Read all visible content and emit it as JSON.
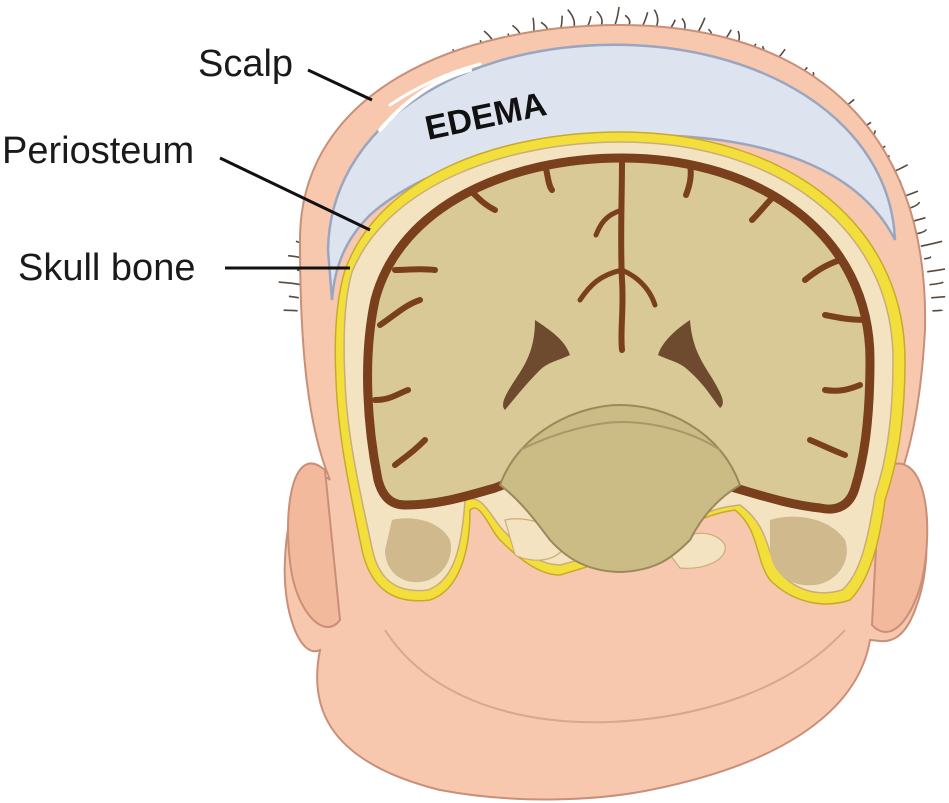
{
  "labels": {
    "scalp": "Scalp",
    "periosteum": "Periosteum",
    "skull_bone": "Skull bone",
    "edema": "EDEMA"
  },
  "colors": {
    "skin": "#f7c8ae",
    "skin_outline": "#c98f78",
    "edema_fluid": "#dde3ef",
    "edema_outline": "#9aa6c0",
    "periosteum": "#f3df3c",
    "bone": "#f4e3c0",
    "marrow": "#cfb98d",
    "brain": "#d8c996",
    "sulci": "#7a3f1c",
    "hair": "#5a4a3e",
    "leader_line": "#111111"
  }
}
